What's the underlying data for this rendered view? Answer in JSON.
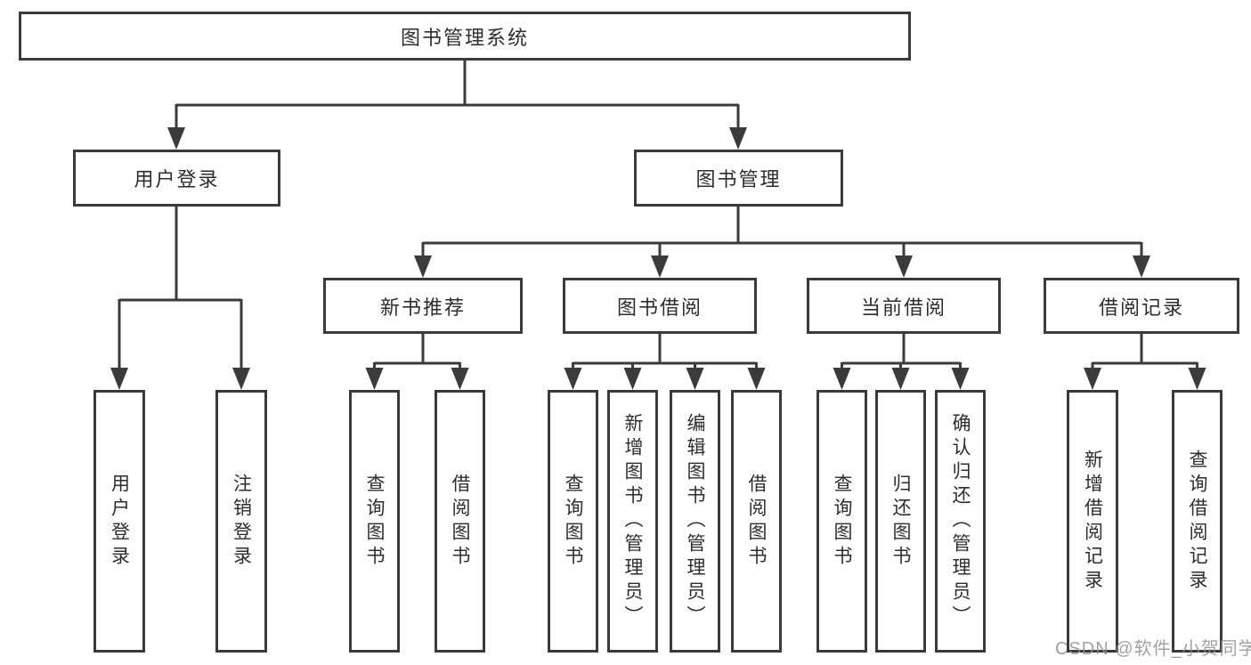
{
  "tree": {
    "label": "图书管理系统",
    "children": [
      {
        "label": "用户登录",
        "children": [
          {
            "label": "用户登录"
          },
          {
            "label": "注销登录"
          }
        ]
      },
      {
        "label": "图书管理",
        "children": [
          {
            "label": "新书推荐",
            "children": [
              {
                "label": "查询图书"
              },
              {
                "label": "借阅图书"
              }
            ]
          },
          {
            "label": "图书借阅",
            "children": [
              {
                "label": "查询图书"
              },
              {
                "label": "新增图书（管理员）"
              },
              {
                "label": "编辑图书（管理员）"
              },
              {
                "label": "借阅图书"
              }
            ]
          },
          {
            "label": "当前借阅",
            "children": [
              {
                "label": "查询图书"
              },
              {
                "label": "归还图书"
              },
              {
                "label": "确认归还（管理员）"
              }
            ]
          },
          {
            "label": "借阅记录",
            "children": [
              {
                "label": "新增借阅记录"
              },
              {
                "label": "查询借阅记录"
              }
            ]
          }
        ]
      }
    ]
  },
  "watermark": "CSDN @软件_小贺同学",
  "colors": {
    "line": "#3b3b3b",
    "border": "#3a3a3a",
    "text": "#2d2d2d",
    "watermark": "#919191"
  }
}
